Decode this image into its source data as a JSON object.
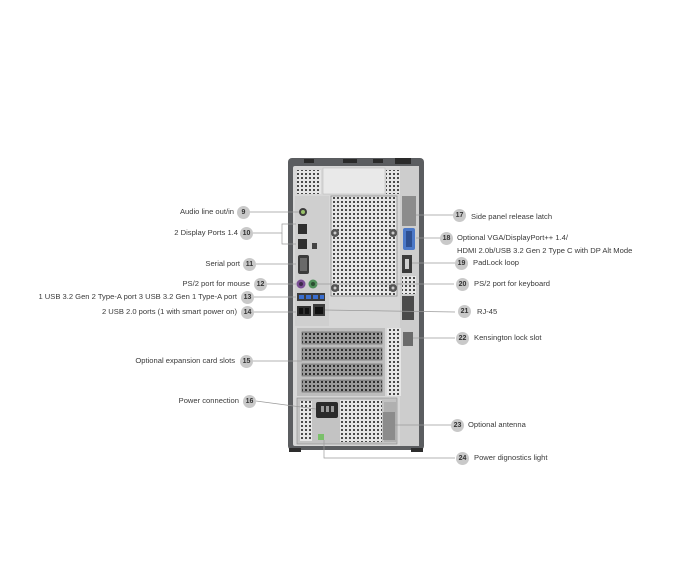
{
  "callouts_left": [
    {
      "num": "9",
      "text": "Audio line out/in"
    },
    {
      "num": "10",
      "text": "2 Display Ports 1.4"
    },
    {
      "num": "11",
      "text": "Serial port"
    },
    {
      "num": "12",
      "text": "PS/2 port for mouse"
    },
    {
      "num": "13",
      "text": "1 USB 3.2 Gen 2 Type-A port 3 USB 3.2 Gen 1 Type-A port"
    },
    {
      "num": "14",
      "text": "2 USB 2.0 ports (1 with smart power on)"
    },
    {
      "num": "15",
      "text": "Optional expansion card slots"
    },
    {
      "num": "16",
      "text": "Power connection"
    }
  ],
  "callouts_right": [
    {
      "num": "17",
      "text": "Side panel release latch"
    },
    {
      "num": "18",
      "text": "Optional VGA/DisplayPort++ 1.4/",
      "text2": "HDMI 2.0b/USB 3.2 Gen 2 Type C with DP Alt Mode"
    },
    {
      "num": "19",
      "text": "PadLock loop"
    },
    {
      "num": "20",
      "text": "PS/2 port for keyboard"
    },
    {
      "num": "21",
      "text": "RJ-45"
    },
    {
      "num": "22",
      "text": "Kensington lock slot"
    },
    {
      "num": "23",
      "text": "Optional antenna"
    },
    {
      "num": "24",
      "text": "Power dignostics light"
    }
  ]
}
